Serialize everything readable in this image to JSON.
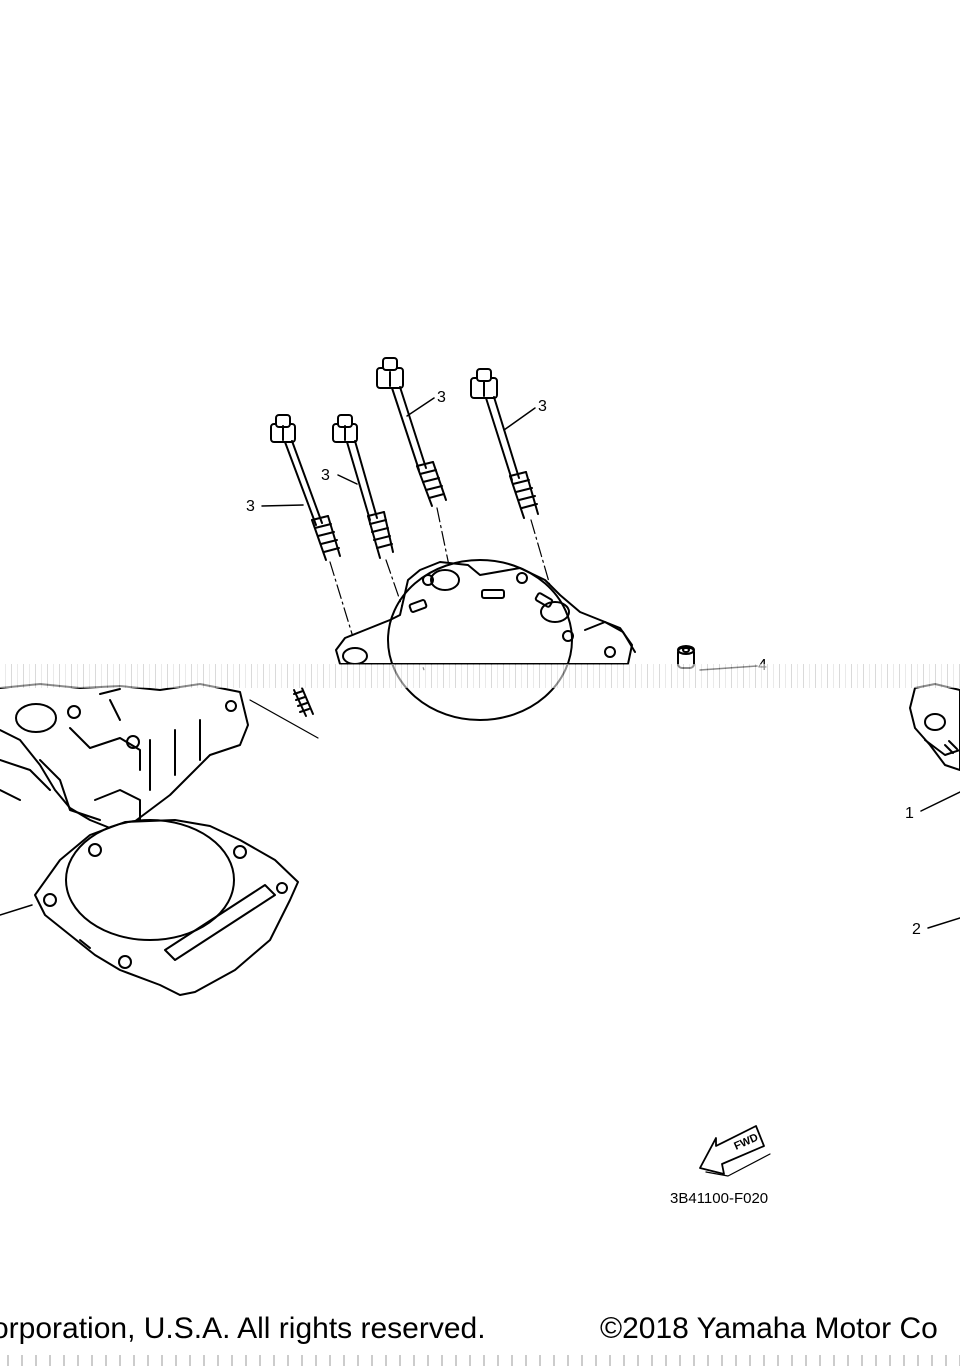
{
  "callouts": {
    "bolt_a": "3",
    "bolt_b": "3",
    "bolt_c": "3",
    "bolt_d": "3",
    "dowel": "4",
    "part_1": "1",
    "part_2": "2"
  },
  "fwd_arrow": {
    "label": "FWD"
  },
  "diagram_code": "3B41100-F020",
  "footer": {
    "left_text": "orporation, U.S.A. All rights reserved.",
    "right_text": "©2018 Yamaha Motor Co"
  }
}
